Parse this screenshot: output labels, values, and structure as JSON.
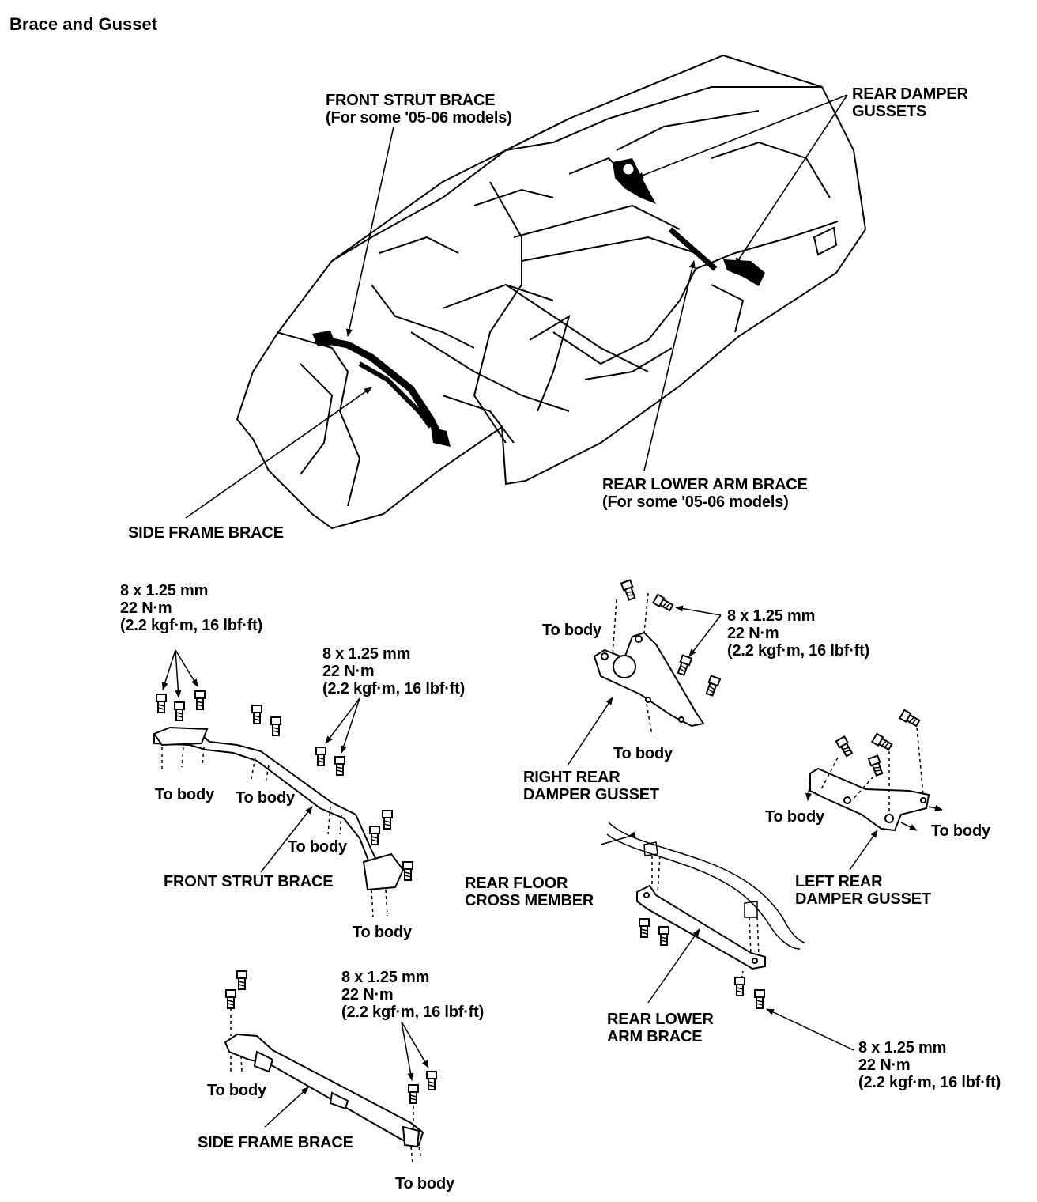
{
  "title": "Brace and Gusset",
  "overview": {
    "front_strut_brace": {
      "line1": "FRONT STRUT BRACE",
      "line2": "(For some '05-06 models)"
    },
    "rear_damper_gussets": {
      "line1": "REAR DAMPER",
      "line2": "GUSSETS"
    },
    "rear_lower_arm_brace": {
      "line1": "REAR LOWER ARM BRACE",
      "line2": "(For some '05-06 models)"
    },
    "side_frame_brace": "SIDE FRAME BRACE"
  },
  "torque_spec": {
    "size": "8 x 1.25 mm",
    "torque": "22 N·m",
    "alt": "(2.2 kgf·m, 16 lbf·ft)"
  },
  "parts": {
    "front_strut_brace": "FRONT STRUT BRACE",
    "side_frame_brace": "SIDE FRAME BRACE",
    "right_rear_damper_gusset": {
      "line1": "RIGHT REAR",
      "line2": "DAMPER GUSSET"
    },
    "left_rear_damper_gusset": {
      "line1": "LEFT REAR",
      "line2": "DAMPER GUSSET"
    },
    "rear_floor_cross_member": {
      "line1": "REAR FLOOR",
      "line2": "CROSS MEMBER"
    },
    "rear_lower_arm_brace": {
      "line1": "REAR LOWER",
      "line2": "ARM BRACE"
    }
  },
  "to_body": "To body"
}
